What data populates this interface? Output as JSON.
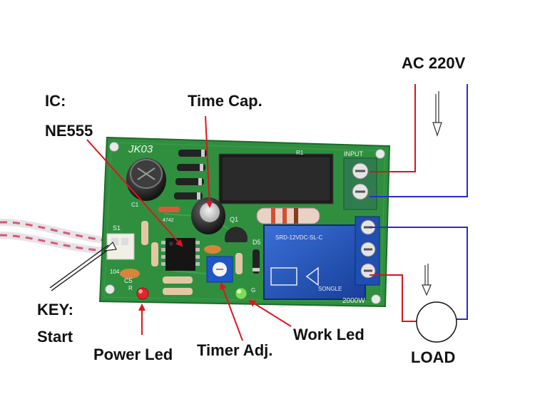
{
  "labels": {
    "ic": "IC:",
    "ic_part": "NE555",
    "time_cap": "Time Cap.",
    "ac_220v": "AC 220V",
    "key": "KEY:",
    "start": "Start",
    "power_led": "Power Led",
    "timer_adj": "Timer Adj.",
    "work_led": "Work Led",
    "load": "LOAD"
  },
  "board": {
    "model": "JK03",
    "input": "INPUT",
    "r1": "R1",
    "s1": "S1",
    "r": "R",
    "q1": "Q1",
    "d5": "D5",
    "g": "G",
    "c5": "C5",
    "c1": "C1",
    "cap_code": "104",
    "diode_code": "4742",
    "power_rating": "2000W",
    "relay_model": "SRD-12VDC-SL-C",
    "relay_brand": "SONGLE"
  },
  "colors": {
    "pcb": "#2f8f3f",
    "relay": "#1f4fb0",
    "annotation_arrow": "#e0141e",
    "live_wire": "#d4141e",
    "neutral_wire": "#2a2ad0"
  }
}
